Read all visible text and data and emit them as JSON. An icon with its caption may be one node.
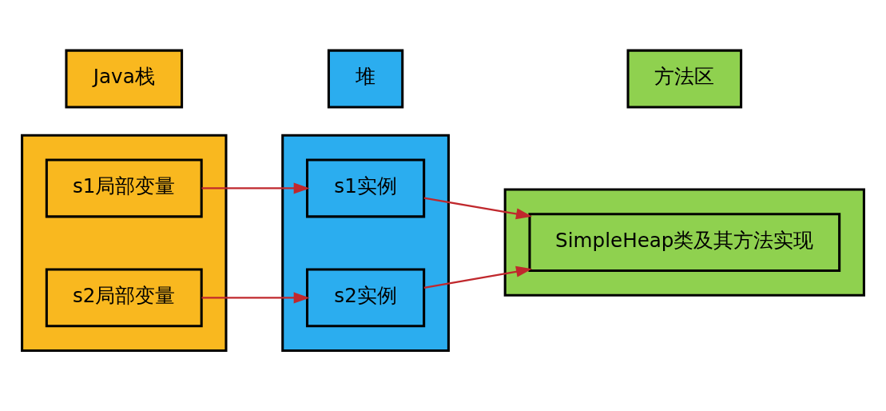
{
  "diagram": {
    "nodes": [
      {
        "text": [
          "Java栈"
        ]
      },
      {
        "text": [
          "堆"
        ]
      },
      {
        "text": [
          "方法区"
        ]
      },
      {
        "text": [],
        "shape": "box"
      },
      {
        "text": [
          "s1局部变量"
        ],
        "in": 3
      },
      {
        "text": [
          "s2局部变量"
        ],
        "in": 3
      },
      {
        "text": [],
        "shape": "box"
      },
      {
        "text": [
          "s1实例"
        ],
        "in": 6
      },
      {
        "text": [
          "s2实例"
        ],
        "in": 6
      },
      {
        "text": [],
        "shape": "box"
      },
      {
        "text": [
          "SimpleHeap类及其方法实现"
        ],
        "in": 9
      }
    ],
    "edges": [
      {
        "from": 4,
        "to": 7,
        "arrow": "to"
      },
      {
        "from": 5,
        "to": 8,
        "arrow": "to"
      },
      {
        "from": 7,
        "to": 10,
        "arrow": "to"
      },
      {
        "from": 8,
        "to": 10,
        "arrow": "to"
      }
    ]
  }
}
